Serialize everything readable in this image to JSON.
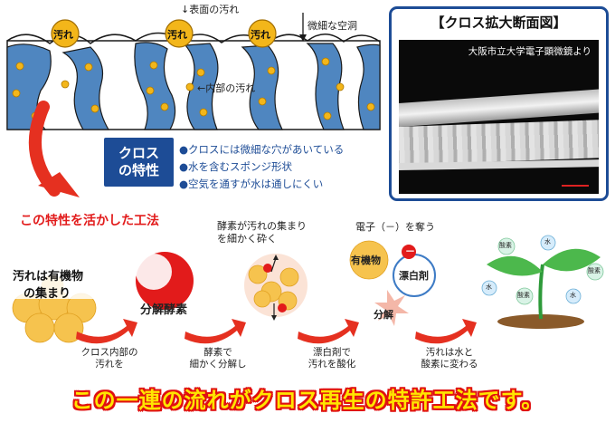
{
  "diagram_top": {
    "dirt_label": "汚れ",
    "surface_dirt": "↓表面の汚れ",
    "micro_cavity": "微細な空洞",
    "inner_dirt": "←内部の汚れ"
  },
  "characteristics": {
    "box_line1": "クロス",
    "box_line2": "の特性",
    "items": [
      "●クロスには微細な穴があいている",
      "●水を含むスポンジ形状",
      "●空気を通すが水は通しにくい"
    ]
  },
  "photo": {
    "title": "【クロス拡大断面図】",
    "caption": "大阪市立大学電子顕微鏡より"
  },
  "process": {
    "title": "この特性を活かした工法",
    "organic_line1": "汚れは有機物",
    "organic_line2": "の集まり",
    "enzyme_label": "分解酵素",
    "break_line1": "酵素が汚れの集まり",
    "break_line2": "を細かく砕く",
    "electron": "電子（－）を奪う",
    "minus": "－",
    "organic_small": "有機物",
    "bleach": "漂白剤",
    "decompose": "分解",
    "oxygen_label": "酸素",
    "water_label": "水",
    "steps": [
      {
        "line1": "クロス内部の",
        "line2": "汚れを"
      },
      {
        "line1": "酵素で",
        "line2": "細かく分解し"
      },
      {
        "line1": "漂白剤で",
        "line2": "汚れを酸化"
      },
      {
        "line1": "汚れは水と",
        "line2": "酸素に変わる"
      }
    ]
  },
  "bottom_message": "この一連の流れがクロス再生の特許工法です。",
  "colors": {
    "blue": "#1d4c96",
    "red": "#e21b1b",
    "yellow": "#ffe500",
    "cloth_blue": "#4f86c0",
    "dirt_yellow": "#f3b61a"
  }
}
